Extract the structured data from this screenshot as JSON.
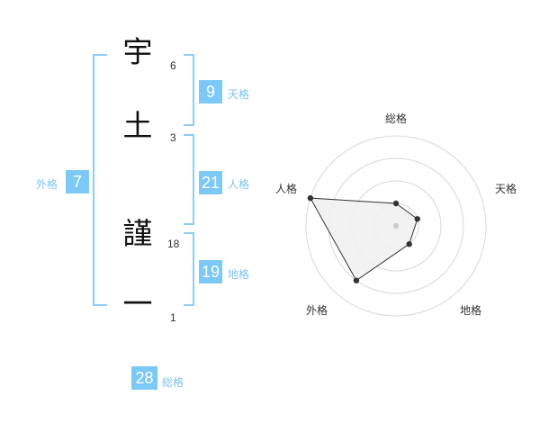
{
  "name": {
    "chars": [
      {
        "char": "宇",
        "strokes": "6"
      },
      {
        "char": "土",
        "strokes": "3"
      },
      {
        "char": "謹",
        "strokes": "18"
      },
      {
        "char": "一",
        "strokes": "1"
      }
    ]
  },
  "fortunes": {
    "tenkaku": {
      "value": "9",
      "label": "天格"
    },
    "jinkaku": {
      "value": "21",
      "label": "人格"
    },
    "chikaku": {
      "value": "19",
      "label": "地格"
    },
    "gaikaku": {
      "value": "7",
      "label": "外格"
    },
    "soukaku": {
      "value": "28",
      "label": "総格"
    }
  },
  "colors": {
    "accent": "#7cc8f7",
    "bracket": "#8ccdf2",
    "label": "#7cc4ee"
  },
  "chart_data": {
    "type": "radar",
    "axes": [
      "総格",
      "天格",
      "地格",
      "外格",
      "人格"
    ],
    "values": [
      1,
      1,
      1,
      3,
      4
    ],
    "max": 4,
    "rings": 4,
    "fill": "#f0f0f0",
    "line": "#333333"
  }
}
